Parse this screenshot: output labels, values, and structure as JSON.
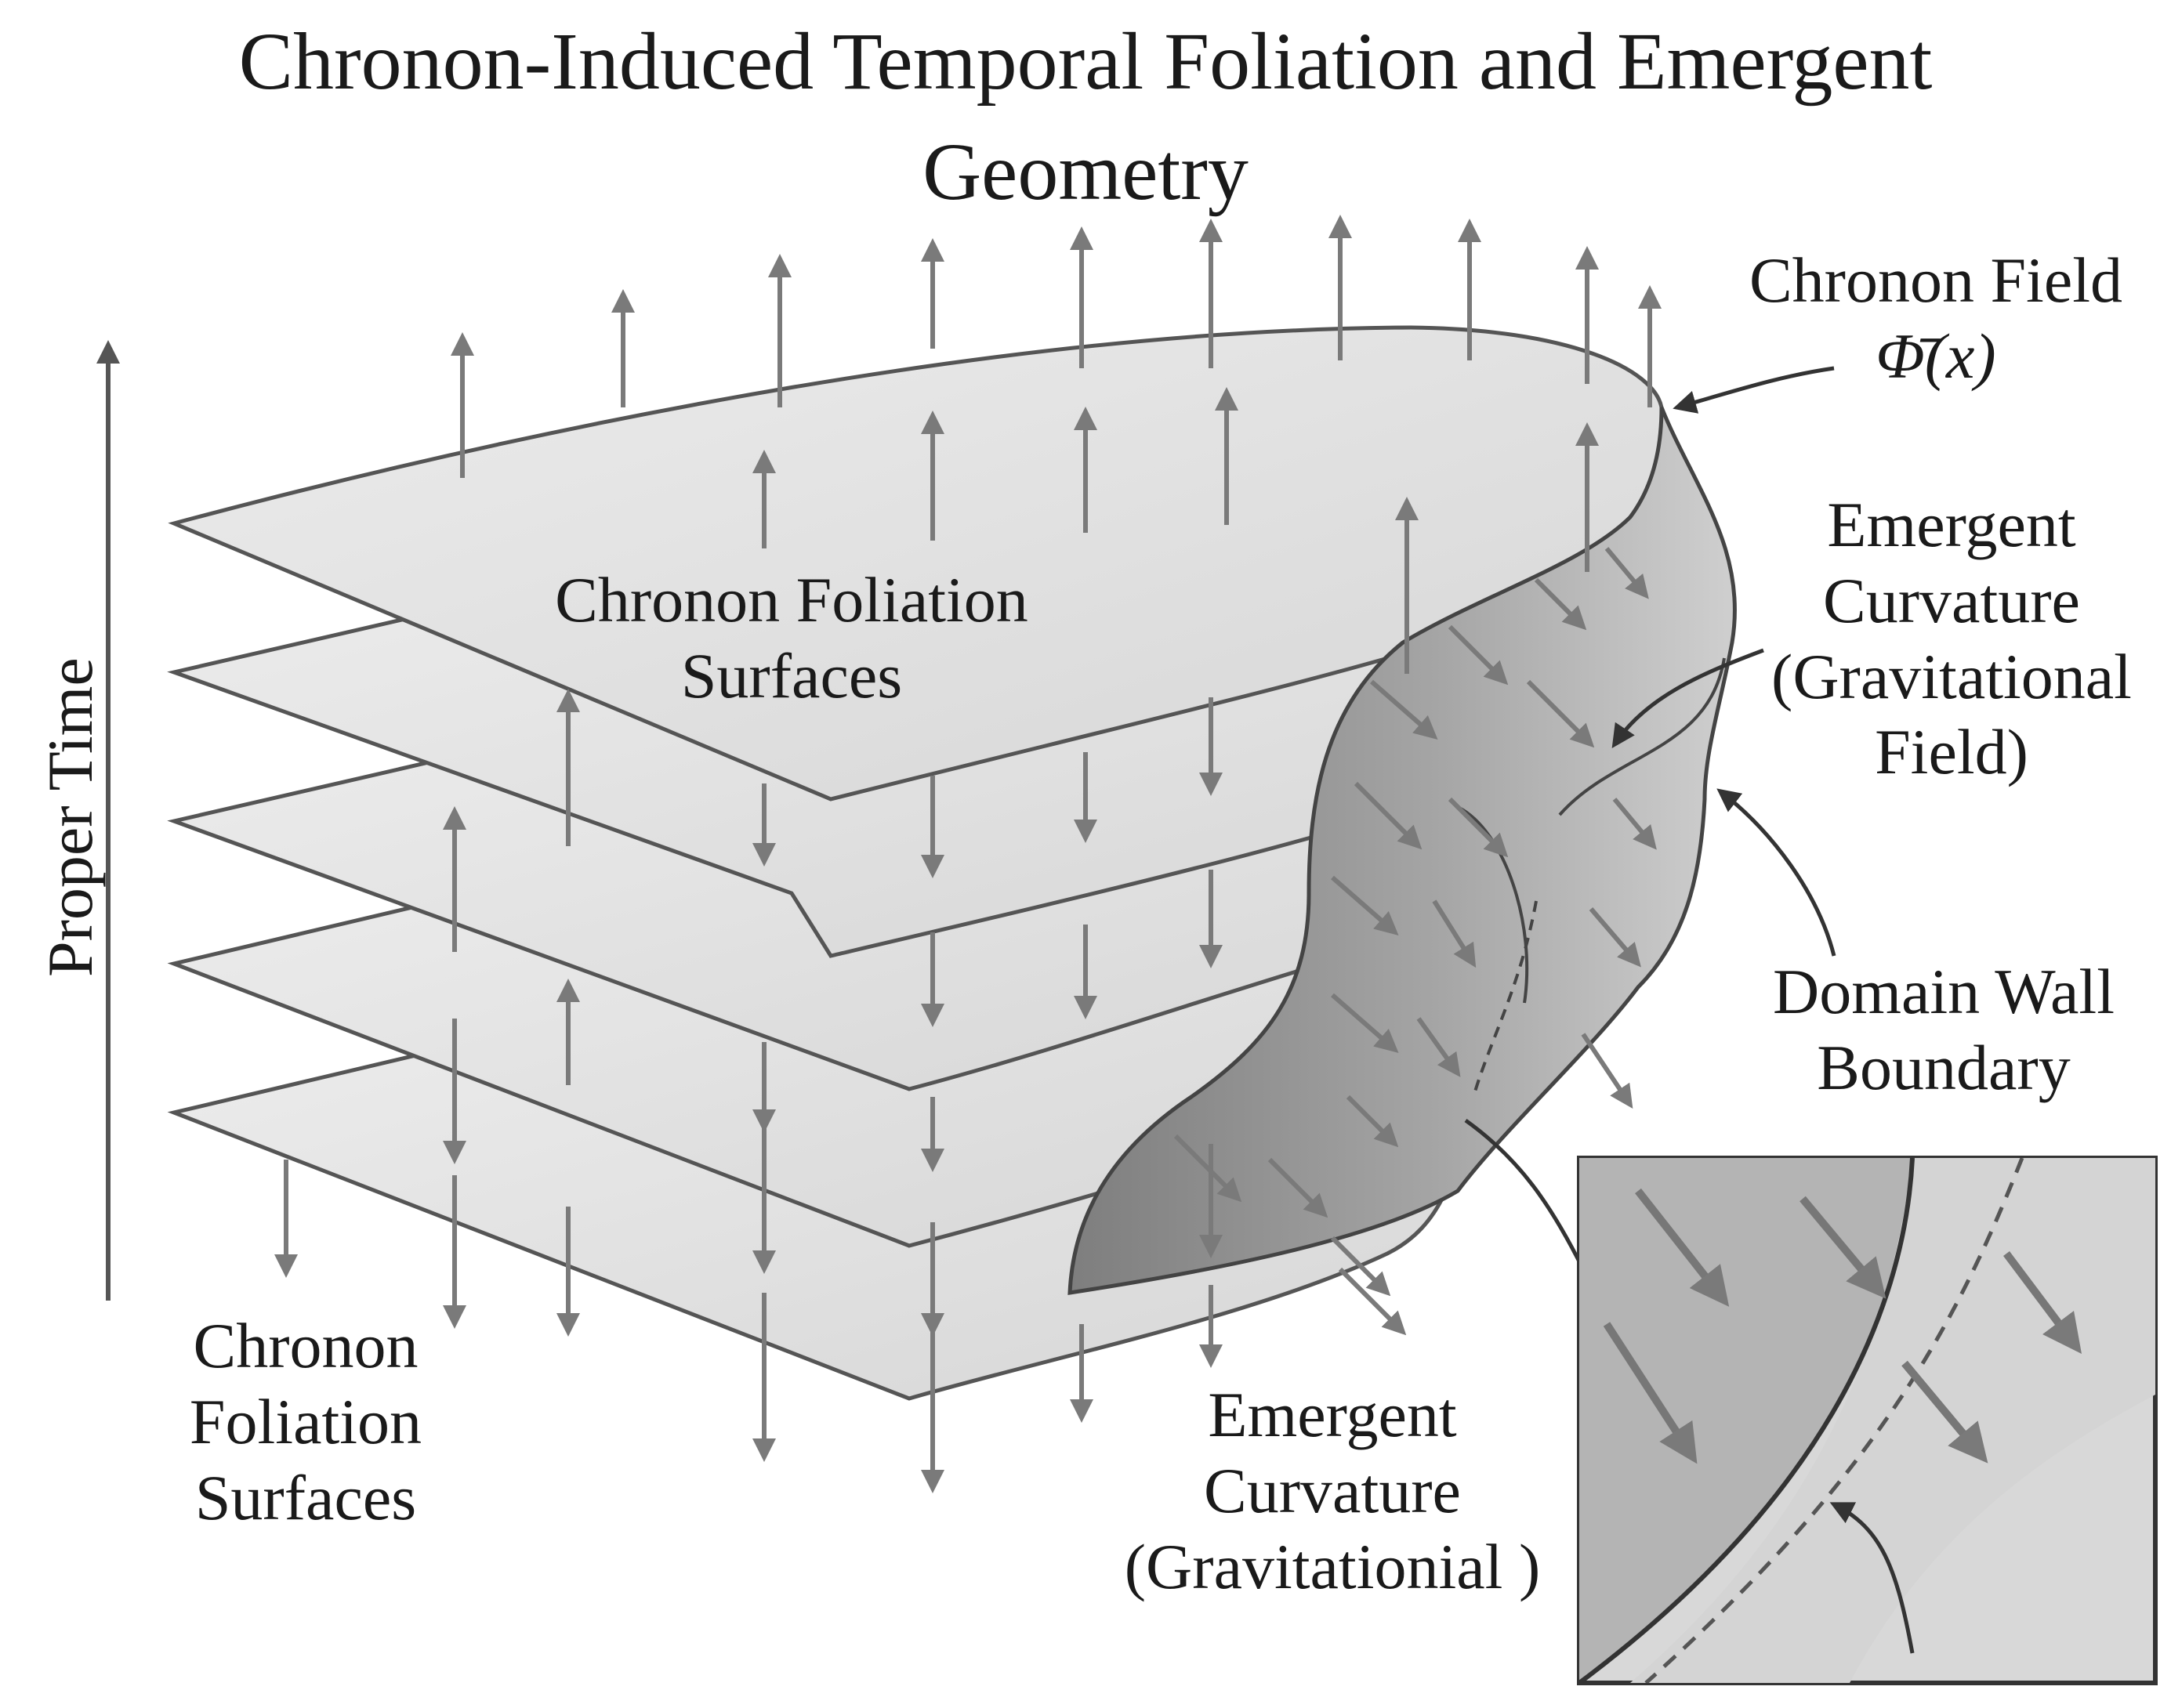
{
  "title_line1": "Chronon-Induced Temporal Foliation and Emergent",
  "title_line2": "Geometry",
  "axis_label": "Proper Time",
  "labels": {
    "foliation_upper_line1": "Chronon Foliation",
    "foliation_upper_line2": "Surfaces",
    "foliation_lower_line1": "Chronon",
    "foliation_lower_line2": "Foliation",
    "foliation_lower_line3": "Surfaces",
    "chronon_field_line1": "Chronon Field",
    "chronon_field_line2": "Φ̄(x)",
    "curvature_right_line1": "Emergent",
    "curvature_right_line2": "Curvature",
    "curvature_right_line3": "(Gravitational",
    "curvature_right_line4": "Field)",
    "domain_wall_line1": "Domain Wall",
    "domain_wall_line2": "Boundary",
    "curvature_bottom_line1": "Emergent",
    "curvature_bottom_line2": "Curvature",
    "curvature_bottom_line3": "(Gravitationial  )"
  },
  "colors": {
    "sheet_fill": "#e2e2e2",
    "sheet_stroke": "#555555",
    "wall_fill": "#9a9a9a",
    "arrow": "#7a7a7a",
    "text": "#1a1a1a",
    "inset_bg": "#c8c8c8"
  }
}
